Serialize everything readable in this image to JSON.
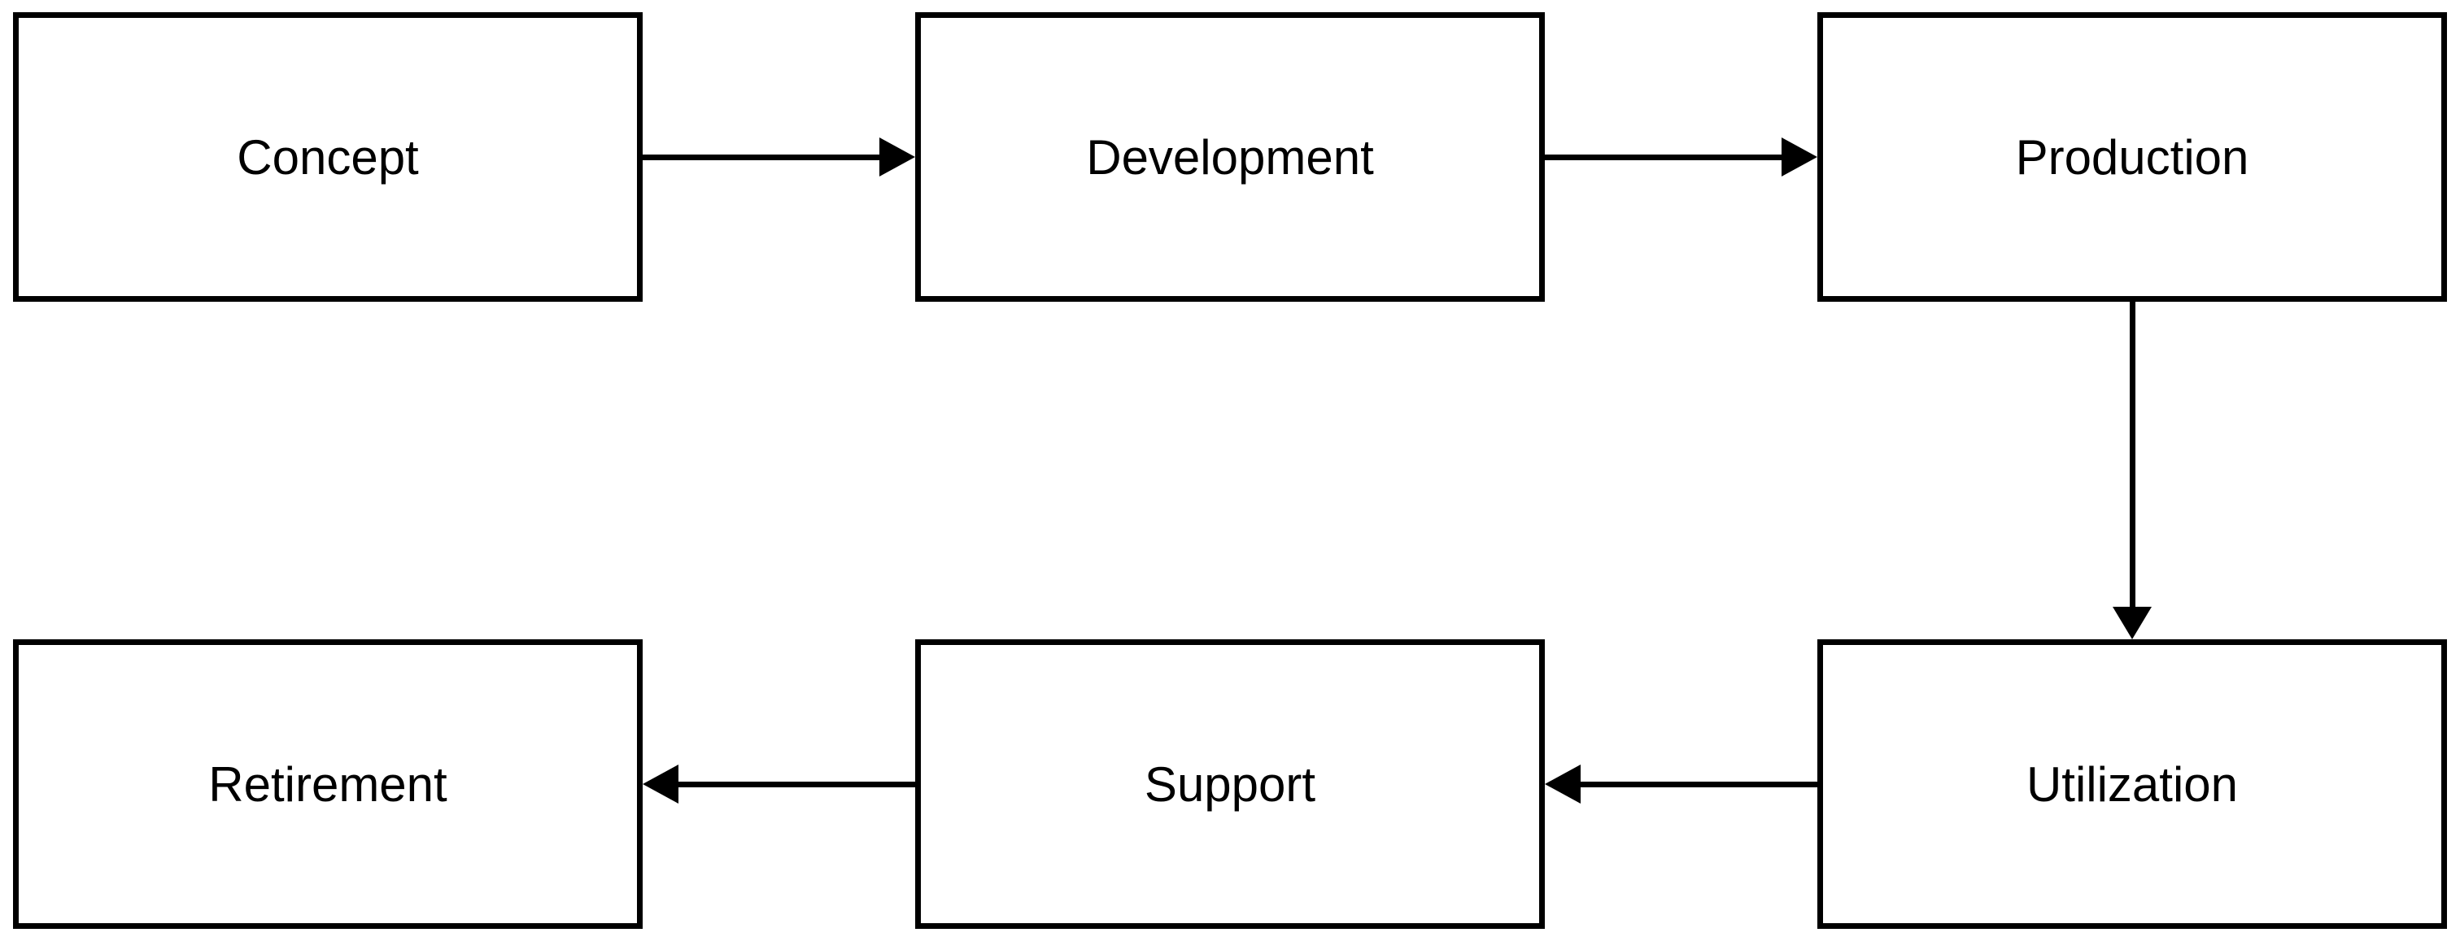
{
  "diagram": {
    "type": "flowchart",
    "background_color": "#ffffff",
    "node_fill_color": "#ffffff",
    "stroke_color": "#000000",
    "text_color": "#000000",
    "nodes": [
      {
        "id": "concept",
        "label": "Concept"
      },
      {
        "id": "development",
        "label": "Development"
      },
      {
        "id": "production",
        "label": "Production"
      },
      {
        "id": "utilization",
        "label": "Utilization"
      },
      {
        "id": "support",
        "label": "Support"
      },
      {
        "id": "retirement",
        "label": "Retirement"
      }
    ],
    "edges": [
      {
        "from": "Concept",
        "to": "Development",
        "direction": "right"
      },
      {
        "from": "Development",
        "to": "Production",
        "direction": "right"
      },
      {
        "from": "Production",
        "to": "Utilization",
        "direction": "down"
      },
      {
        "from": "Utilization",
        "to": "Support",
        "direction": "left"
      },
      {
        "from": "Support",
        "to": "Retirement",
        "direction": "left"
      }
    ]
  }
}
